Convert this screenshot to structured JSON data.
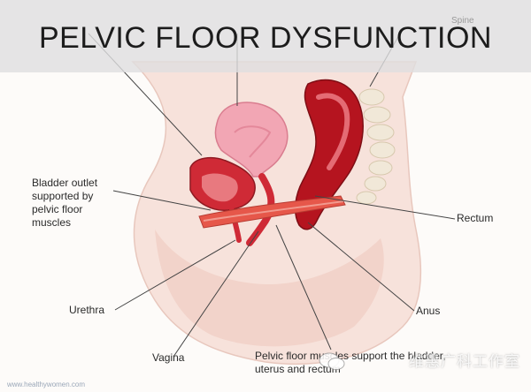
{
  "title": "PELVIC FLOOR DYSFUNCTION",
  "labels": {
    "spine": "Spine",
    "bladder_outlet": "Bladder outlet\nsupported by\npelvic floor\nmuscles",
    "rectum": "Rectum",
    "urethra": "Urethra",
    "anus": "Anus",
    "vagina": "Vagina",
    "pelvic_floor_muscles": "Pelvic floor muscles support the bladder,\nuterus and rectum",
    "source_url": "www.healthywomen.com"
  },
  "watermark": "维惠广科工作室",
  "colors": {
    "organ_red": "#c8202a",
    "organ_pink": "#f0a0ae",
    "skin": "#f6ddd6",
    "banner": "#dedee0"
  }
}
